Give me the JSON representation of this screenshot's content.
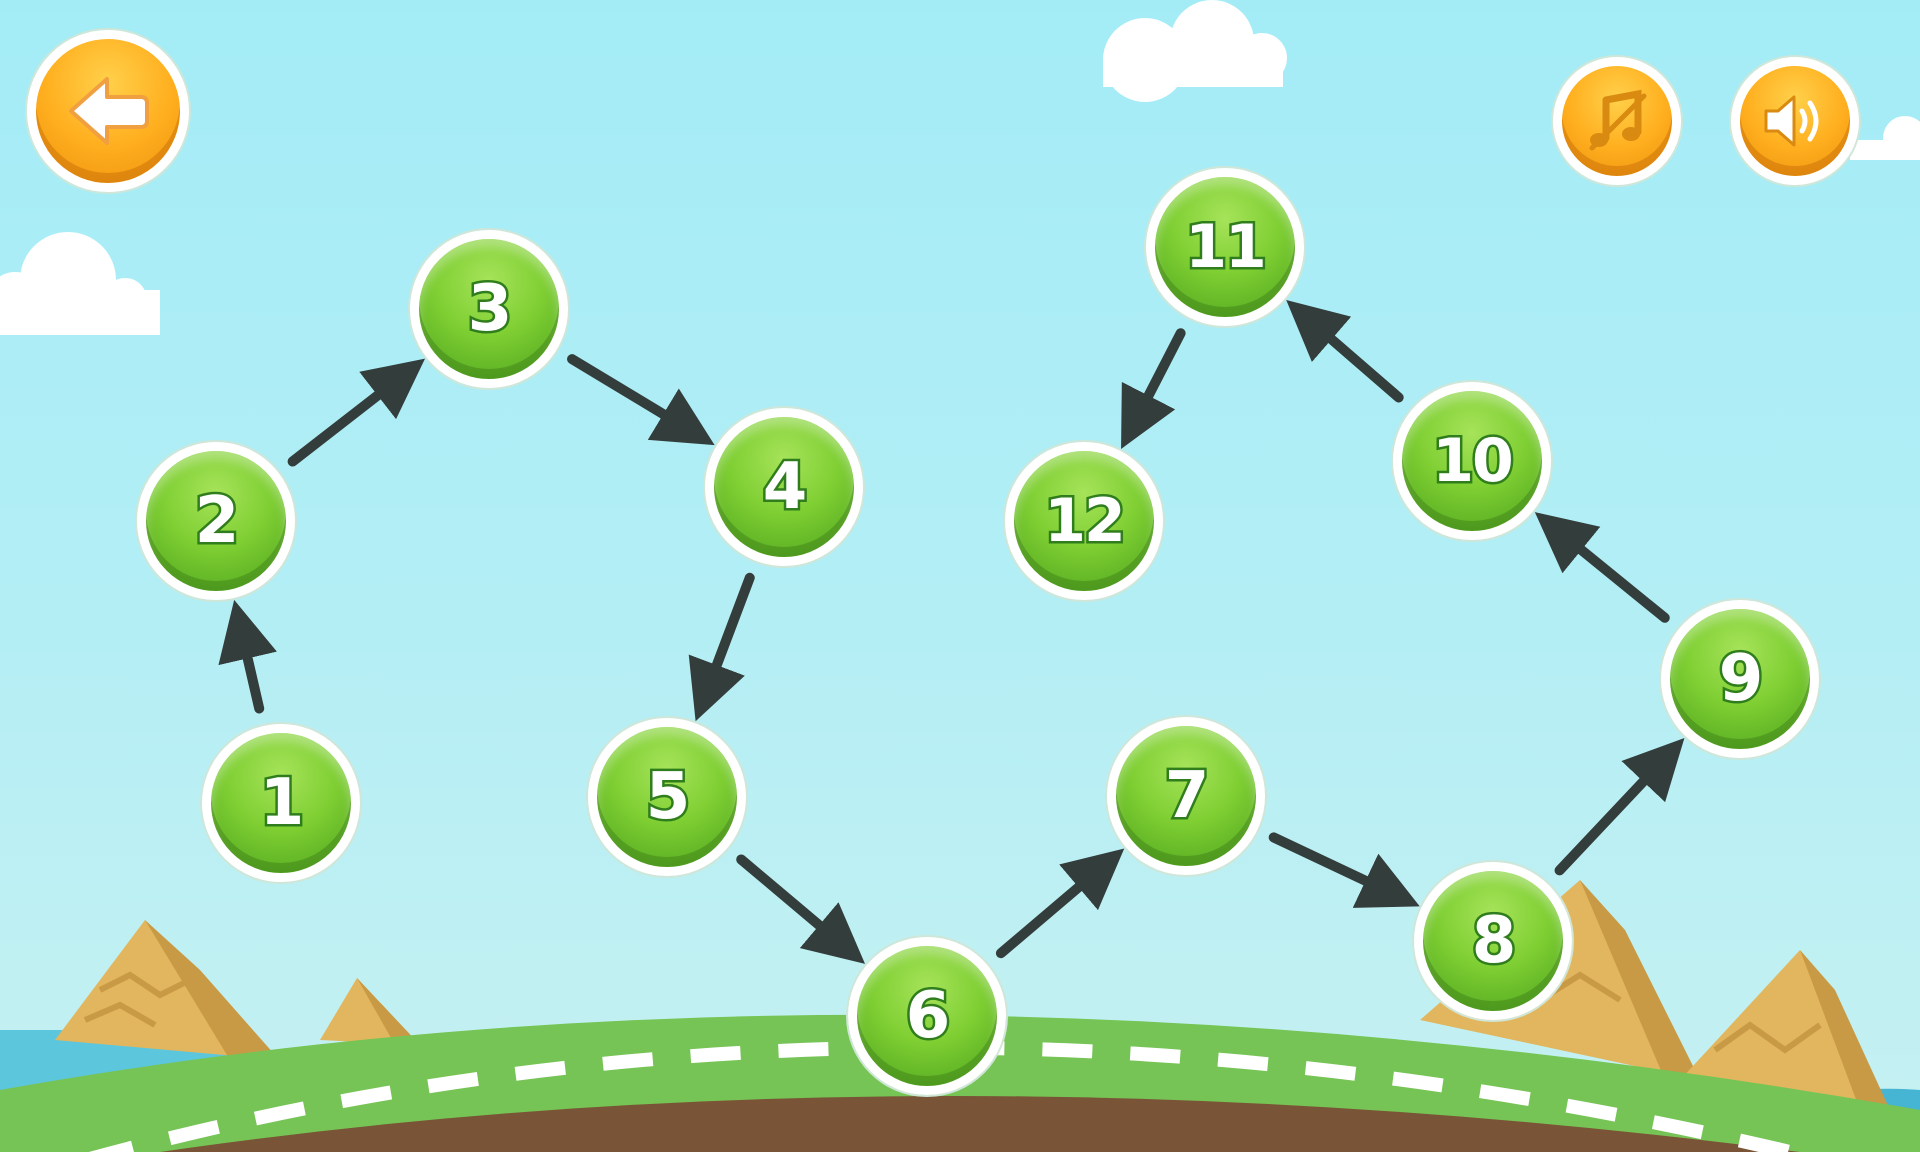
{
  "levels": [
    "1",
    "2",
    "3",
    "4",
    "5",
    "6",
    "7",
    "8",
    "9",
    "10",
    "11",
    "12"
  ],
  "icons": {
    "back": "arrow-left-icon",
    "music": "music-note-icon",
    "sound": "speaker-icon"
  },
  "colors": {
    "sky_top": "#a3ecf6",
    "grass": "#76c455",
    "level_green": "#7fcf33",
    "button_orange": "#ffb020",
    "arrow": "#333d3b",
    "mountain": "#e2b65e"
  }
}
